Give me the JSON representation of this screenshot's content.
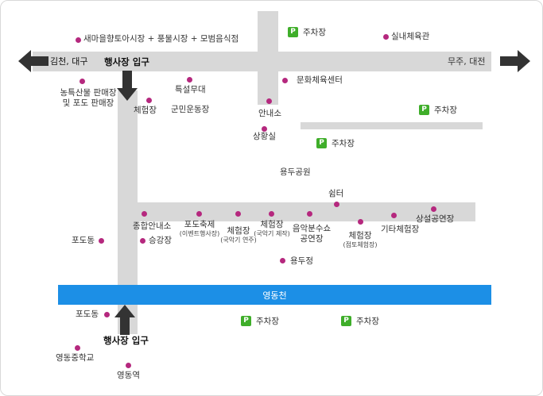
{
  "title_directions": {
    "west": "김천, 대구",
    "east": "무주, 대전"
  },
  "entrances": {
    "top": "행사장 입구",
    "bottom": "행사장 입구"
  },
  "river": "영동천",
  "icons": {
    "parking": "P",
    "poi_dot": "poi-dot-icon",
    "arrow": "arrow-icon"
  },
  "colors": {
    "road": "#d8d8d8",
    "river": "#1c8fe6",
    "poi": "#b5287e",
    "parking": "#3fae2a",
    "arrow": "#333333"
  },
  "places": {
    "market": "새마을향토아시장 + 풍물시장 + 모범음식점",
    "farm_shop_1": "농특산물 판매장",
    "farm_shop_2": "및 포도 판매장",
    "experience_top": "체험장",
    "special_stage": "특설무대",
    "military_ground": "군민운동장",
    "culture_center": "문화체육센터",
    "info_top": "안내소",
    "situation_room": "상황실",
    "indoor_gym": "실내체육관",
    "yongdu_park": "용두공원",
    "rest_area": "쉼터",
    "permanent_stage": "상설공연장",
    "other_experience": "기타체험장",
    "soil_experience": "체험장",
    "soil_experience_sub": "(점토체험장)",
    "music_fountain_1": "음악분수쇼",
    "music_fountain_2": "공연장",
    "korean_music_make": "체험장",
    "korean_music_make_sub": "(국악기 제작)",
    "korean_music_play": "체험장",
    "korean_music_play_sub": "(국악기 연주)",
    "grape_festival": "포도축제",
    "grape_festival_sub": "(이벤트행사장)",
    "general_info": "종합안내소",
    "seunggang": "승강장",
    "podo_west": "포도동",
    "yongdu_pavilion": "용두정",
    "podo_south": "포도동",
    "middle_school": "영동중학교",
    "station": "영동역"
  },
  "parking": {
    "p1": "주차장",
    "p2": "주차장",
    "p3": "주차장",
    "p4": "주차장",
    "p5": "주차장"
  }
}
